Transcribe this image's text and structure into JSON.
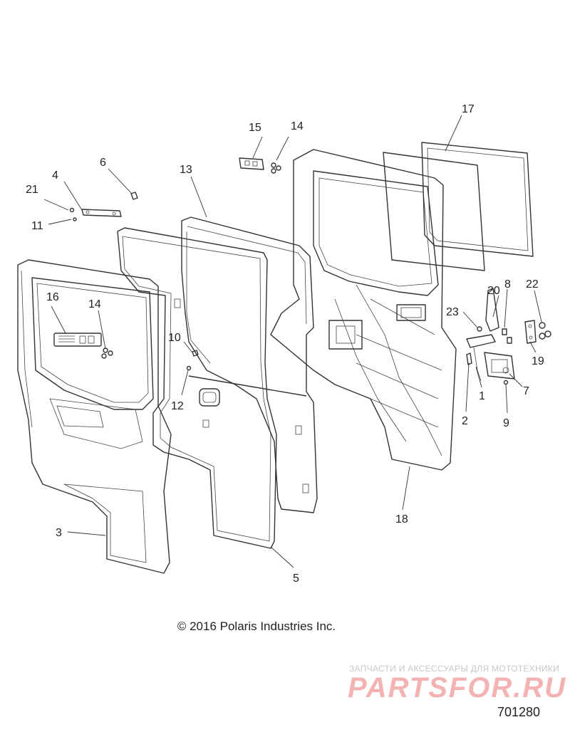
{
  "callouts": [
    "1",
    "2",
    "3",
    "4",
    "5",
    "6",
    "7",
    "8",
    "9",
    "10",
    "11",
    "12",
    "13",
    "14",
    "14",
    "15",
    "16",
    "17",
    "18",
    "19",
    "20",
    "21",
    "22",
    "23"
  ],
  "copyright": "© 2016 Polaris Industries Inc.",
  "watermark": {
    "tagline": "ЗАПЧАСТИ И АКСЕССУАРЫ ДЛЯ МОТОТЕХНИКИ",
    "brand": "PARTSFOR.RU"
  },
  "diagram_id": "701280"
}
